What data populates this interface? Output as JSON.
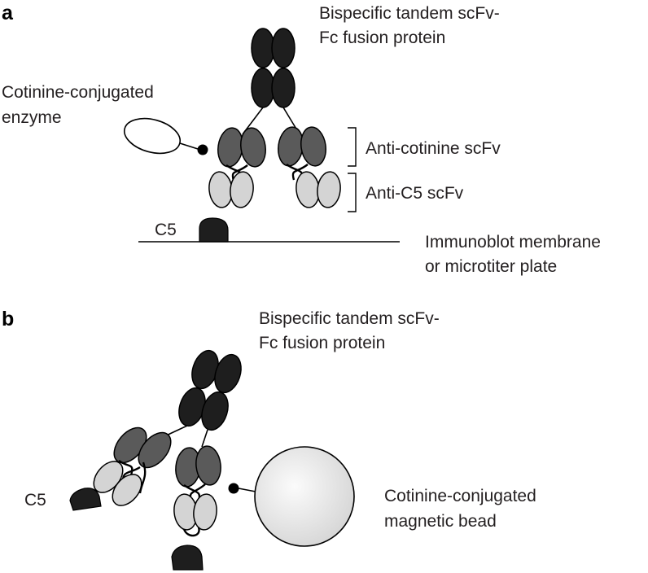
{
  "panels": {
    "a": {
      "letter": "a",
      "protein_label": [
        "Bispecific tandem scFv-",
        "Fc fusion protein"
      ],
      "enzyme_label": [
        "Cotinine-conjugated",
        "enzyme"
      ],
      "anti_cotinine_label": "Anti-cotinine scFv",
      "anti_c5_label": "Anti-C5 scFv",
      "c5_label": "C5",
      "membrane_label": [
        "Immunoblot membrane",
        "or microtiter plate"
      ]
    },
    "b": {
      "letter": "b",
      "protein_label": [
        "Bispecific tandem scFv-",
        "Fc fusion protein"
      ],
      "c5_label": "C5",
      "bead_label": [
        "Cotinine-conjugated",
        "magnetic bead"
      ]
    }
  },
  "colors": {
    "fc_domain": "#1e1e1e",
    "anti_cotinine_domain": "#5a5a5a",
    "anti_c5_domain": "#d4d4d4",
    "c5_antigen": "#1e1e1e",
    "bead_fill": "#ececec"
  }
}
